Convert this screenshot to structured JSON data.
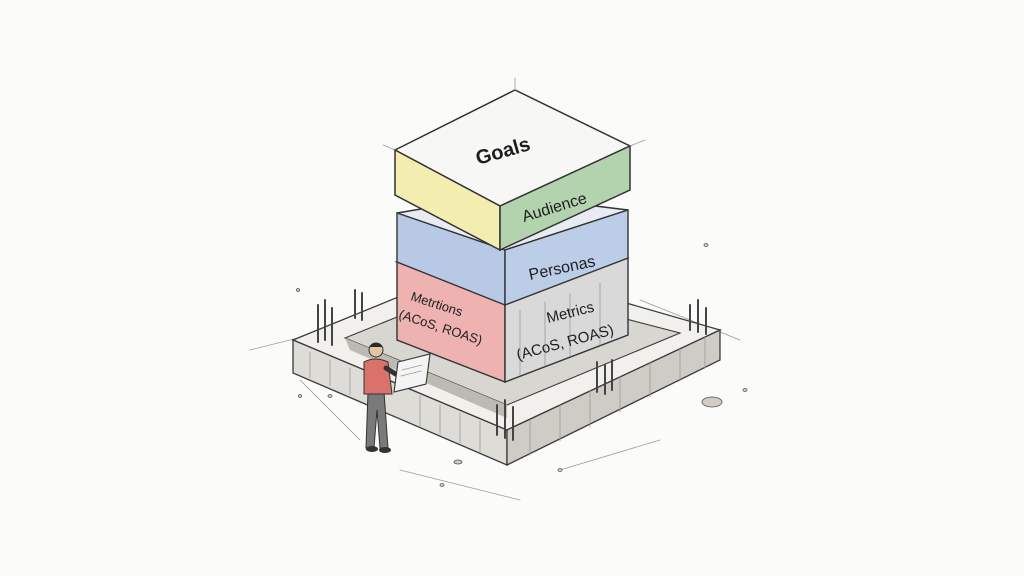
{
  "layers": {
    "goals": {
      "label": "Goals",
      "color": "#f3eeb0"
    },
    "audience": {
      "label": "Audience",
      "color": "#b3d3ae"
    },
    "personas": {
      "label": "Personas",
      "color": "#bccde8"
    },
    "metrics_front": {
      "line1": "Metrics",
      "line2": "(ACoS, ROAS)",
      "color": "#d9d9d9"
    },
    "metrics_side": {
      "line1": "Metrtions",
      "line2": "(ACoS, ROAS)",
      "color": "#eeb2b0"
    }
  },
  "figure": {
    "shirt_color": "#d9726a",
    "pants_color": "#7a7a7a"
  }
}
